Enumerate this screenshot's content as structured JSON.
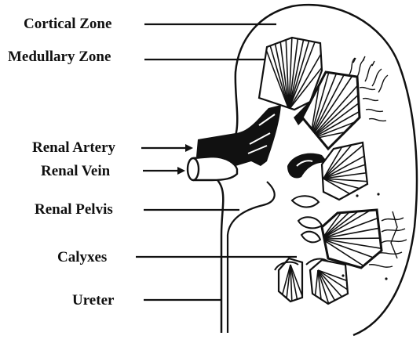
{
  "labels": {
    "cortical_zone": "Cortical Zone",
    "medullary_zone": "Medullary Zone",
    "renal_artery": "Renal Artery",
    "renal_vein": "Renal Vein",
    "renal_pelvis": "Renal Pelvis",
    "calyxes": "Calyxes",
    "ureter": "Ureter"
  },
  "colors": {
    "ink": "#111111",
    "background": "#ffffff"
  }
}
